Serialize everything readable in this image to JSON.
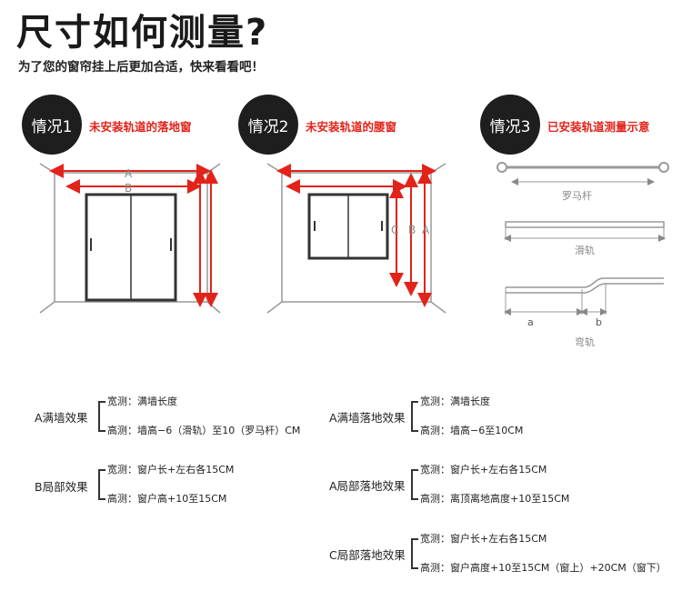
{
  "header": {
    "title": "尺寸如何测量?",
    "subtitle": "为了您的窗帘挂上后更加合适，快来看看吧！"
  },
  "cases": [
    {
      "badge": "情况1",
      "desc": "未安装轨道的落地窗"
    },
    {
      "badge": "情况2",
      "desc": "未安装轨道的腰窗"
    },
    {
      "badge": "情况3",
      "desc": "已安装轨道测量示意"
    }
  ],
  "diagram_labels": {
    "case1": {
      "a": "A",
      "b": "B"
    },
    "case2": {
      "c": "C",
      "b": "B",
      "a": "A"
    },
    "case3": {
      "rod": "罗马杆",
      "track": "滑轨",
      "a": "a",
      "b": "b",
      "curved": "弯轨"
    }
  },
  "colors": {
    "accent": "#e2231a",
    "badge_bg": "#1e1e1e",
    "wall": "#999999"
  },
  "measurements": [
    {
      "label": "A满墙效果",
      "width": "宽测：满墙长度",
      "height": "高测：墙高−6（滑轨）至10（罗马杆）CM"
    },
    {
      "label": "B局部效果",
      "width": "宽测：窗户长+左右各15CM",
      "height": "高测：窗户高+10至15CM"
    },
    {
      "label": "A满墙落地效果",
      "width": "宽测：满墙长度",
      "height": "高测：墙高−6至10CM"
    },
    {
      "label": "A局部落地效果",
      "width": "宽测：窗户长+左右各15CM",
      "height": "高测：离顶离地高度+10至15CM"
    },
    {
      "label": "C局部落地效果",
      "width": "宽测：窗户长+左右各15CM",
      "height": "高测：窗户高度+10至15CM（窗上）+20CM（窗下）"
    }
  ]
}
